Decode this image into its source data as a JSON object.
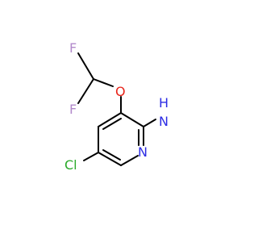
{
  "molecule": {
    "colors": {
      "bond": "#000000",
      "F": "#b28acb",
      "O": "#e8241a",
      "N": "#2c2ce4",
      "Cl": "#2aaa2a"
    },
    "atoms": {
      "F1": "F",
      "F2": "F",
      "O": "O",
      "Cl": "Cl",
      "N_ring": "N",
      "NH2": {
        "N": "N",
        "H": "H"
      }
    }
  }
}
